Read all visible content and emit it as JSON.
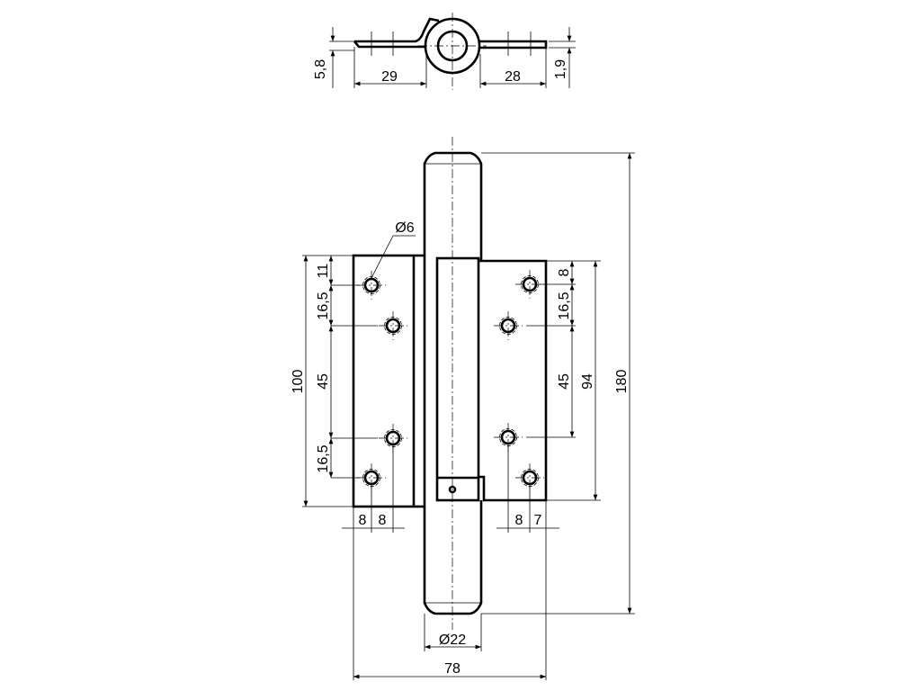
{
  "drawing": {
    "top_view": {
      "dim_thickness_total": "5,8",
      "dim_left_leaf": "29",
      "dim_right_leaf": "28",
      "dim_leaf_thickness": "1,9"
    },
    "front_view": {
      "hole_diameter": "Ø6",
      "left_spacing": [
        "11",
        "16,5",
        "45",
        "16,5"
      ],
      "left_height": "100",
      "right_spacing": [
        "8",
        "16,5",
        "45"
      ],
      "right_height": "94",
      "total_height": "180",
      "left_edge_offsets": [
        "8",
        "8"
      ],
      "right_edge_offsets": [
        "8",
        "7"
      ],
      "barrel_diameter": "Ø22",
      "total_width": "78"
    }
  }
}
